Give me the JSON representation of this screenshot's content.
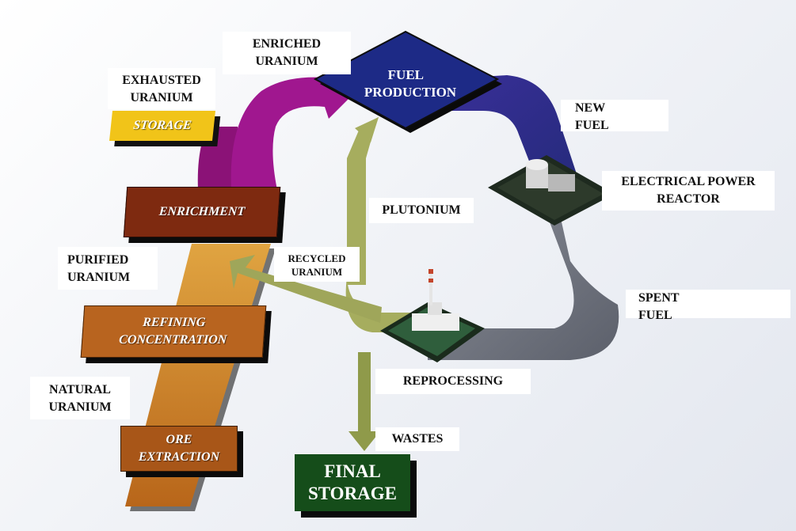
{
  "nodes": {
    "fuel_production": "FUEL\nPRODUCTION",
    "storage": "STORAGE",
    "enrichment": "ENRICHMENT",
    "refining": "REFINING\nCONCENTRATION",
    "ore_extraction": "ORE\nEXTRACTION",
    "final_storage": "FINAL\nSTORAGE"
  },
  "labels": {
    "enriched_uranium": "ENRICHED\nURANIUM",
    "exhausted_uranium": "EXHAUSTED\nURANIUM",
    "new_fuel": "NEW\nFUEL",
    "electrical_power_reactor": "ELECTRICAL POWER\nREACTOR",
    "plutonium": "PLUTONIUM",
    "purified_uranium": "PURIFIED\nURANIUM",
    "recycled_uranium": "RECYCLED\nURANIUM",
    "spent_fuel": "SPENT\nFUEL",
    "natural_uranium": "NATURAL\nURANIUM",
    "reprocessing": "REPROCESSING",
    "wastes": "WASTES"
  },
  "colors": {
    "enriched_flow": "#a0178f",
    "fuel_production": "#1d2a86",
    "new_fuel_flow": "#2c2a8c",
    "spent_fuel_flow": "#6f7380",
    "recycle_flow": "#a6ad5e",
    "natural_flow": "#c88a2a",
    "storage": "#f1c419",
    "enrichment": "#7e2a10",
    "refining": "#b8641f",
    "ore_extraction": "#a85618",
    "final_storage": "#154d1a"
  }
}
